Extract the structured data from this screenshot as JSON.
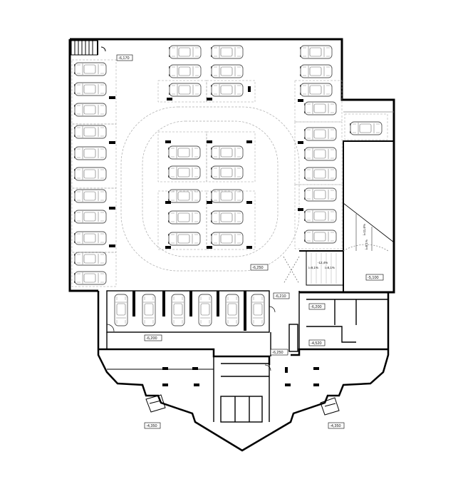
{
  "plan": {
    "level_labels": {
      "top_left": "-6,170",
      "main_floor": "-6,250",
      "right_ramp_landing": "-5,100",
      "center_right": "-6,210",
      "lower_right": "-6,200",
      "lower_left": "-6,200",
      "stair": "-4,520",
      "center_bottom": "-6,250",
      "left_entrance": "-4,350",
      "right_entrance": "-4,350"
    },
    "ramp_labels": {
      "ramp_left": "i=9,1%",
      "ramp_right": "i=8,1%",
      "ramp_top": "-12,4%",
      "slope_a": "i=11,6%",
      "slope_b": "i=8,1%"
    }
  }
}
